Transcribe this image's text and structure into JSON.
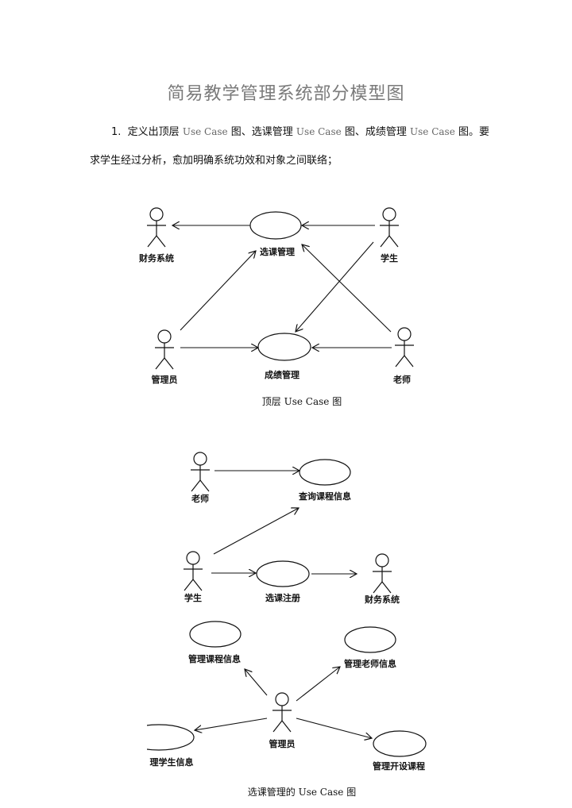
{
  "title": "简易教学管理系统部分模型图",
  "paragraph": {
    "number": "1.",
    "s1": "定义出顶层",
    "uc1": "Use Case",
    "s2": "图、选课管理",
    "uc2": "Use Case",
    "s3": "图、成绩管理",
    "uc3": "Use Case",
    "s4": "图。要",
    "line2": "求学生经过分析，愈加明确系统功效和对象之间联络；"
  },
  "diagram1": {
    "actors": [
      "财务系统",
      "学生",
      "管理员",
      "老师"
    ],
    "usecases": [
      "选课管理",
      "成绩管理"
    ],
    "caption": "顶层 Use Case 图"
  },
  "diagram2": {
    "actors": [
      "老师",
      "学生",
      "财务系统",
      "管理员"
    ],
    "usecases": [
      "查询课程信息",
      "选课注册",
      "管理课程信息",
      "管理老师信息",
      "理学生信息",
      "管理开设课程"
    ],
    "caption": "选课管理的 Use Case 图"
  }
}
